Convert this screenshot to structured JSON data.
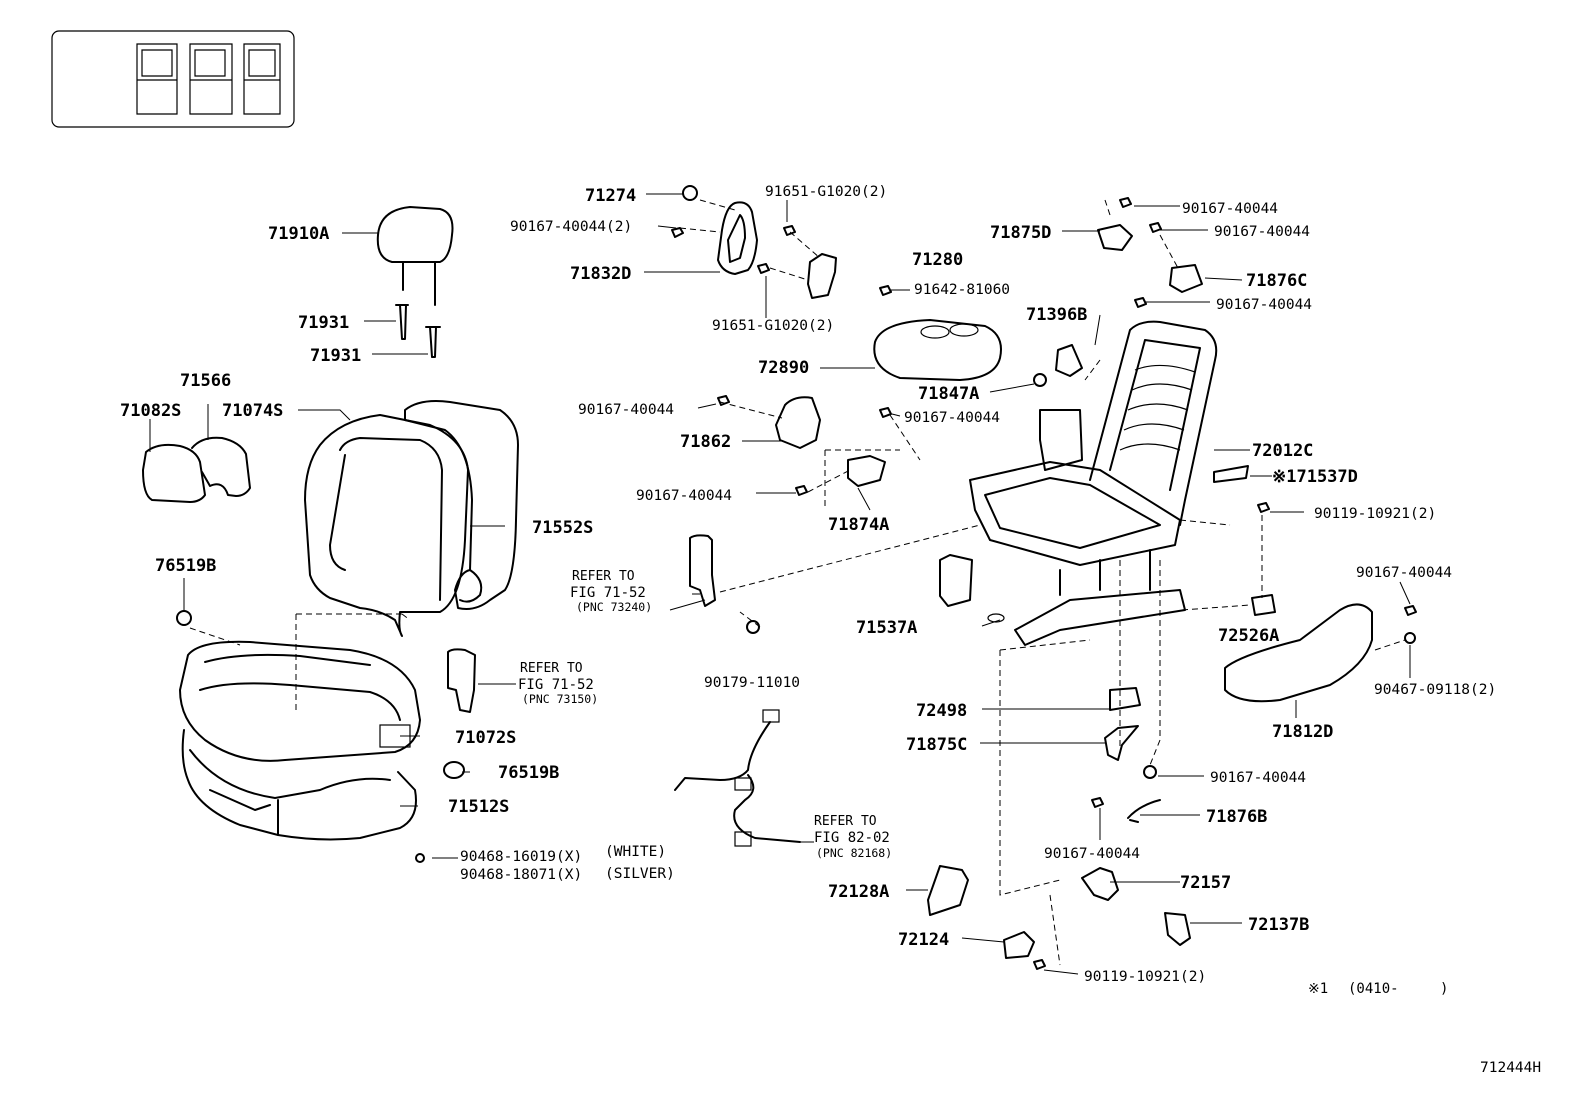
{
  "diagram_code": "712444H",
  "footnote": {
    "mark": "※1",
    "range": "(0410-",
    "close": ")"
  },
  "labels": {
    "p71910A": "71910A",
    "p71931a": "71931",
    "p71931b": "71931",
    "p71566": "71566",
    "p71082S": "71082S",
    "p71074S": "71074S",
    "p71552S": "71552S",
    "p76519Ba": "76519B",
    "p76519Bb": "76519B",
    "p71072S": "71072S",
    "p71512S": "71512S",
    "p90468a": "90468-16019(X)",
    "p90468a_note": "(WHITE)",
    "p90468b": "90468-18071(X)",
    "p90468b_note": "(SILVER)",
    "p71274": "71274",
    "p91651a": "91651-G1020(2)",
    "p90167a": "90167-40044(2)",
    "p71832D": "71832D",
    "p71280": "71280",
    "p91642": "91642-81060",
    "p91651b": "91651-G1020(2)",
    "p72890": "72890",
    "p71847A": "71847A",
    "p90167b": "90167-40044",
    "p90167c": "90167-40044",
    "p71862": "71862",
    "p90167d": "90167-40044",
    "p71874A": "71874A",
    "p71875D": "71875D",
    "p90167e": "90167-40044",
    "p90167f": "90167-40044",
    "p71876C": "71876C",
    "p90167g": "90167-40044",
    "p71396B": "71396B",
    "p72012C": "72012C",
    "p71537D": "※171537D",
    "p90119a": "90119-10921(2)",
    "p90167h": "90167-40044",
    "p72526A": "72526A",
    "p90467": "90467-09118(2)",
    "p71812D": "71812D",
    "p71537A": "71537A",
    "p72498": "72498",
    "p71875C": "71875C",
    "p90167i": "90167-40044",
    "p71876B": "71876B",
    "p90167j": "90167-40044",
    "p72157": "72157",
    "p72137B": "72137B",
    "p72128A": "72128A",
    "p72124": "72124",
    "p90119b": "90119-10921(2)",
    "p90179": "90179-11010"
  },
  "refs": {
    "ref1": {
      "line1": "REFER TO",
      "line2": "FIG 71-52",
      "line3": "(PNC 73240)"
    },
    "ref2": {
      "line1": "REFER TO",
      "line2": "FIG 71-52",
      "line3": "(PNC 73150)"
    },
    "ref3": {
      "line1": "REFER TO",
      "line2": "FIG 82-02",
      "line3": "(PNC 82168)"
    }
  }
}
